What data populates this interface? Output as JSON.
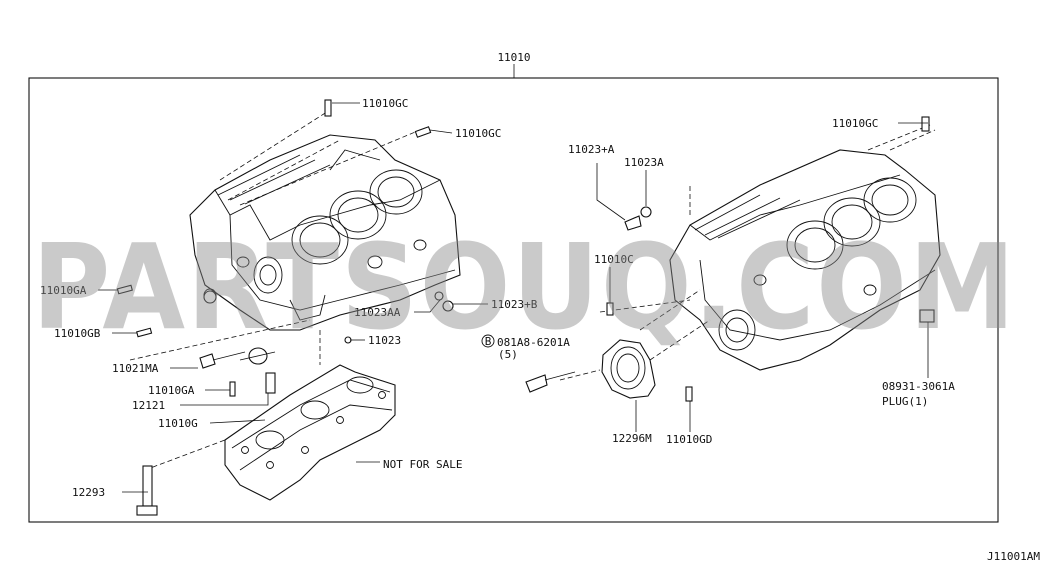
{
  "diagram_code": "J11001AM",
  "assembly_number": "11010",
  "watermark": "PARTSOUQ.COM",
  "not_for_sale": "NOT FOR SALE",
  "labels": {
    "gc_1": "11010GC",
    "gc_2": "11010GC",
    "gc_3": "11010GC",
    "ga_1": "11010GA",
    "ga_2": "11010GA",
    "gb": "11010GB",
    "g": "11010G",
    "gd": "11010GD",
    "c": "11010C",
    "p11023aa": "11023AA",
    "p11023": "11023",
    "p11023b": "11023+B",
    "p11023pa": "11023+A",
    "p11023a": "11023A",
    "p11021ma": "11021MA",
    "p12121": "12121",
    "p12293": "12293",
    "p12296m": "12296M",
    "bolt_circle": "B",
    "bolt_part": "081A8-6201A",
    "bolt_qty": "(5)",
    "plug_part": "08931-3061A",
    "plug_note": "PLUG(1)"
  }
}
